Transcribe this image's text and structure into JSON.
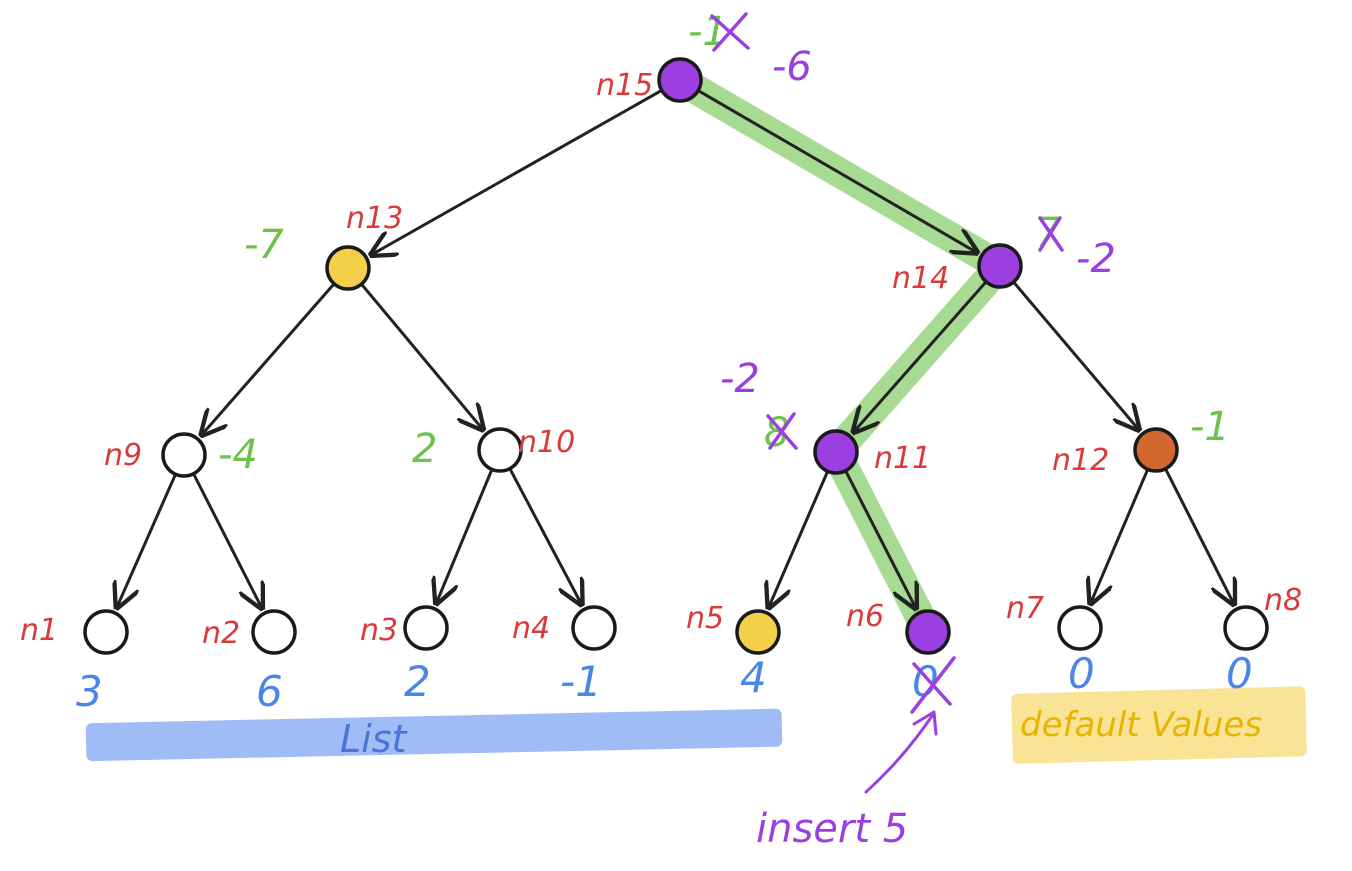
{
  "nodes": [
    {
      "id": "n15",
      "label": "n15",
      "fill": "#9b3fe0"
    },
    {
      "id": "n13",
      "label": "n13",
      "fill": "#f4cf4a"
    },
    {
      "id": "n14",
      "label": "n14",
      "fill": "#9b3fe0"
    },
    {
      "id": "n9",
      "label": "n9",
      "fill": "#ffffff"
    },
    {
      "id": "n10",
      "label": "n10",
      "fill": "#ffffff"
    },
    {
      "id": "n11",
      "label": "n11",
      "fill": "#9b3fe0"
    },
    {
      "id": "n12",
      "label": "n12",
      "fill": "#d2682e"
    },
    {
      "id": "n1",
      "label": "n1",
      "fill": "#ffffff"
    },
    {
      "id": "n2",
      "label": "n2",
      "fill": "#ffffff"
    },
    {
      "id": "n3",
      "label": "n3",
      "fill": "#ffffff"
    },
    {
      "id": "n4",
      "label": "n4",
      "fill": "#ffffff"
    },
    {
      "id": "n5",
      "label": "n5",
      "fill": "#f4cf4a"
    },
    {
      "id": "n6",
      "label": "n6",
      "fill": "#9b3fe0"
    },
    {
      "id": "n7",
      "label": "n7",
      "fill": "#ffffff"
    },
    {
      "id": "n8",
      "label": "n8",
      "fill": "#ffffff"
    }
  ],
  "edges": [
    [
      "n15",
      "n13"
    ],
    [
      "n15",
      "n14"
    ],
    [
      "n13",
      "n9"
    ],
    [
      "n13",
      "n10"
    ],
    [
      "n14",
      "n11"
    ],
    [
      "n14",
      "n12"
    ],
    [
      "n9",
      "n1"
    ],
    [
      "n9",
      "n2"
    ],
    [
      "n10",
      "n3"
    ],
    [
      "n10",
      "n4"
    ],
    [
      "n11",
      "n5"
    ],
    [
      "n11",
      "n6"
    ],
    [
      "n12",
      "n7"
    ],
    [
      "n12",
      "n8"
    ]
  ],
  "highlight_path": [
    "n15",
    "n14",
    "n11",
    "n6"
  ],
  "internal_values": {
    "n15_old": "-1",
    "n15_new": "-6",
    "n13": "-7",
    "n14_old": "7",
    "n14_new": "-2",
    "n9": "-4",
    "n10": "2",
    "n11_old": "8",
    "n11_new": "-2",
    "n12": "-1"
  },
  "leaf_values": {
    "n1": "3",
    "n2": "6",
    "n3": "2",
    "n4": "-1",
    "n5": "4",
    "n6": "0",
    "n7": "0",
    "n8": "0"
  },
  "annotations": {
    "list_label": "List",
    "default_label": "default Values",
    "insert_label": "insert 5"
  },
  "colors": {
    "highlight_green": "#6cc24a",
    "list_blue": "#8fb0f5",
    "default_yellow": "#f8dc7a",
    "purple": "#9b3fe0",
    "label_red": "#d93a3a"
  }
}
